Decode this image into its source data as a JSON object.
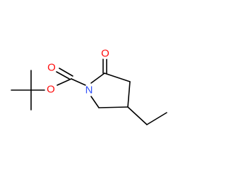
{
  "molecule": {
    "atoms": [
      {
        "label": "O",
        "element": "oxygen",
        "color": "#ff0d0d"
      },
      {
        "label": "O",
        "element": "oxygen",
        "color": "#ff0d0d"
      },
      {
        "label": "O",
        "element": "oxygen",
        "color": "#ff0d0d"
      },
      {
        "label": "N",
        "element": "nitrogen",
        "color": "#3050f8"
      }
    ],
    "bond_color": "#000000"
  }
}
